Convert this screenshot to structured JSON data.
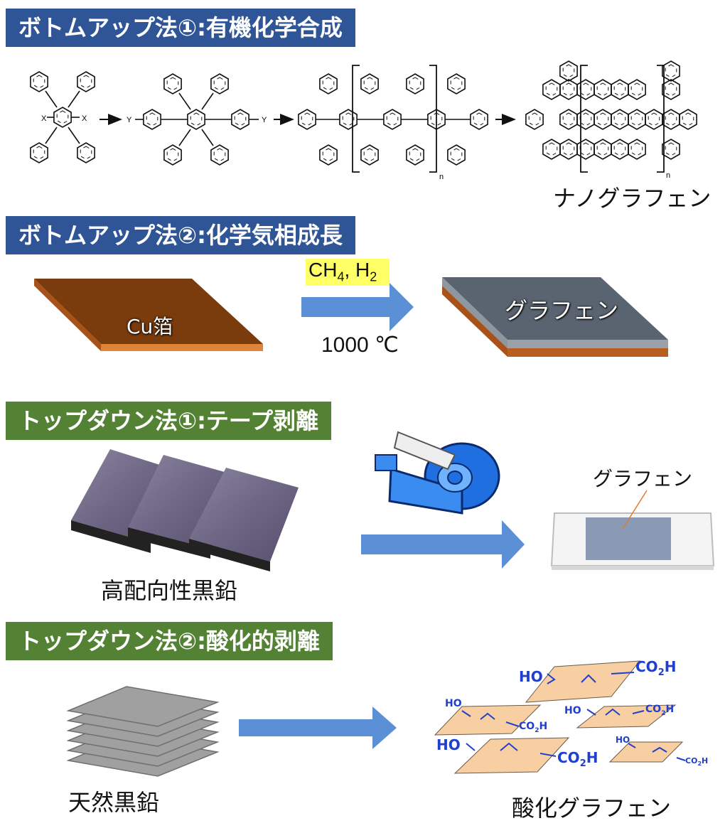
{
  "sections": [
    {
      "title": "ボトムアップ法①:有機化学合成",
      "color": "#2f5597"
    },
    {
      "title": "ボトムアップ法②:化学気相成長",
      "color": "#2f5597"
    },
    {
      "title": "トップダウン法①:テープ剥離",
      "color": "#548235"
    },
    {
      "title": "トップダウン法②:酸化的剥離",
      "color": "#548235"
    }
  ],
  "synthesis": {
    "substituent_x": "X",
    "substituent_y": "Y",
    "repeat_n": "n",
    "product_label": "ナノグラフェン"
  },
  "cvd": {
    "substrate_label": "Cu箔",
    "gas_ch": "CH",
    "gas_ch_sub": "4",
    "gas_h": ", H",
    "gas_h_sub": "2",
    "temperature": "1000 ℃",
    "product_label": "グラフェン",
    "colors": {
      "copper": "#7a3b0d",
      "graphene": "#5a6470",
      "arrow": "#5b8fd6",
      "highlight": "#ffff66"
    }
  },
  "tape": {
    "source_label": "高配向性黒鉛",
    "product_label": "グラフェン"
  },
  "oxidation": {
    "source_label": "天然黒鉛",
    "product_label": "酸化グラフェン",
    "group_oh": "HO",
    "group_co2h": "CO",
    "group_co2h_sub": "2",
    "group_h": "H",
    "colors": {
      "sheet": "#f7cfa3",
      "group": "#1f3fcc"
    }
  }
}
